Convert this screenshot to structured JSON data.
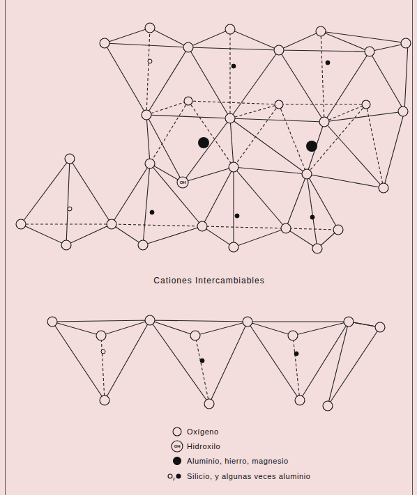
{
  "diagram": {
    "labels": [
      "Cationes Intercambiables",
      "OH",
      "OH"
    ],
    "legend": [
      {
        "text": "Oxígeno"
      },
      {
        "text": "Hidroxilo"
      },
      {
        "text": "Aluminio, hierro, magnesio"
      },
      {
        "text": "Silicio, y algunas veces aluminio"
      }
    ]
  }
}
